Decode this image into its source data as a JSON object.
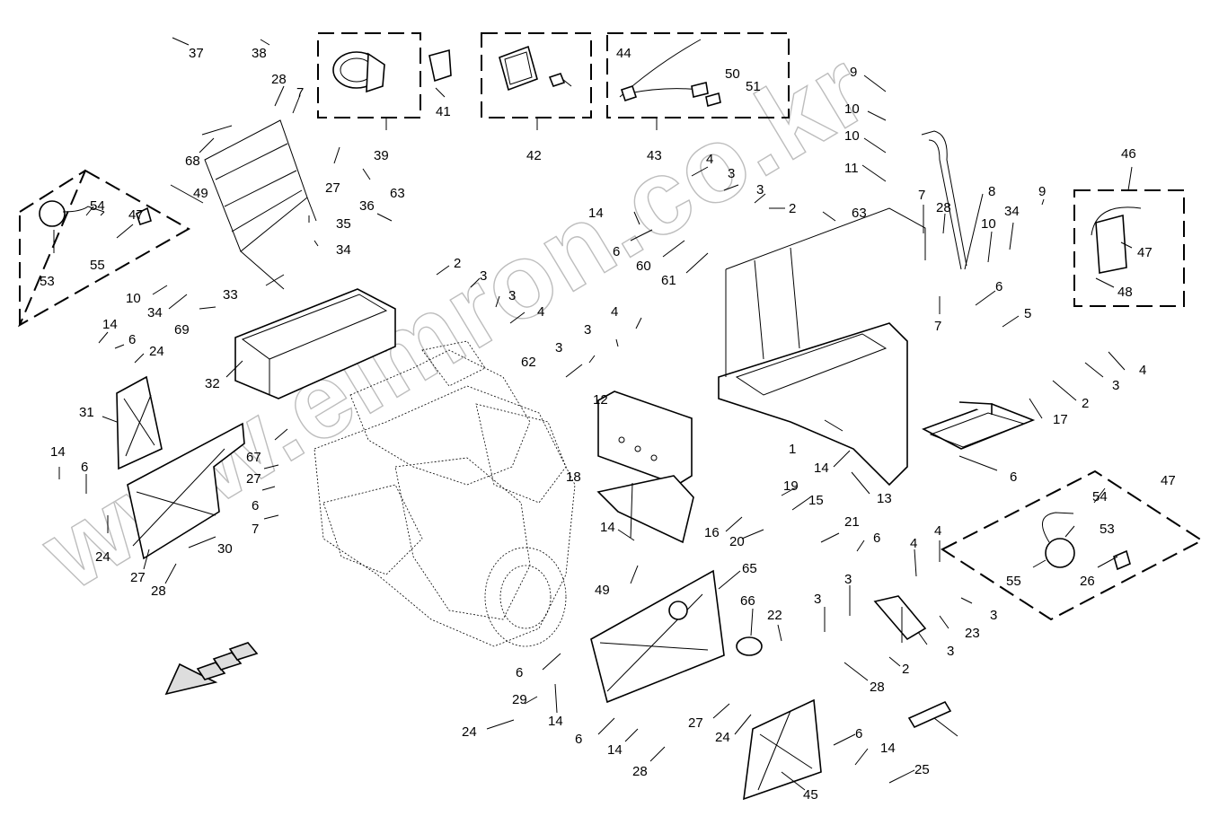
{
  "watermark": "www.elmron.co.kr",
  "callouts": [
    {
      "id": "n37a",
      "text": "37"
    },
    {
      "id": "n38",
      "text": "38"
    },
    {
      "id": "n28a",
      "text": "28"
    },
    {
      "id": "n7a",
      "text": "7"
    },
    {
      "id": "n41",
      "text": "41"
    },
    {
      "id": "n39",
      "text": "39"
    },
    {
      "id": "n42",
      "text": "42"
    },
    {
      "id": "n44",
      "text": "44"
    },
    {
      "id": "n50",
      "text": "50"
    },
    {
      "id": "n51",
      "text": "51"
    },
    {
      "id": "n43",
      "text": "43"
    },
    {
      "id": "n68",
      "text": "68"
    },
    {
      "id": "n27a",
      "text": "27"
    },
    {
      "id": "n63a",
      "text": "63"
    },
    {
      "id": "n49a",
      "text": "49"
    },
    {
      "id": "n54a",
      "text": "54"
    },
    {
      "id": "n47a",
      "text": "47"
    },
    {
      "id": "n53a",
      "text": "53"
    },
    {
      "id": "n55a",
      "text": "55"
    },
    {
      "id": "n36",
      "text": "36"
    },
    {
      "id": "n35",
      "text": "35"
    },
    {
      "id": "n34a",
      "text": "34"
    },
    {
      "id": "n10a",
      "text": "10"
    },
    {
      "id": "n34b",
      "text": "34"
    },
    {
      "id": "n69",
      "text": "69"
    },
    {
      "id": "n33",
      "text": "33"
    },
    {
      "id": "n2a",
      "text": "2"
    },
    {
      "id": "n3a",
      "text": "3"
    },
    {
      "id": "n3b",
      "text": "3"
    },
    {
      "id": "n4a",
      "text": "4"
    },
    {
      "id": "n14a",
      "text": "14"
    },
    {
      "id": "n6a",
      "text": "6"
    },
    {
      "id": "n24a",
      "text": "24"
    },
    {
      "id": "n32",
      "text": "32"
    },
    {
      "id": "n31",
      "text": "31"
    },
    {
      "id": "n67",
      "text": "67"
    },
    {
      "id": "n27b",
      "text": "27"
    },
    {
      "id": "n6b",
      "text": "6"
    },
    {
      "id": "n7b",
      "text": "7"
    },
    {
      "id": "n14b",
      "text": "14"
    },
    {
      "id": "n6c",
      "text": "6"
    },
    {
      "id": "n24b",
      "text": "24"
    },
    {
      "id": "n27c",
      "text": "27"
    },
    {
      "id": "n28b",
      "text": "28"
    },
    {
      "id": "n30",
      "text": "30"
    },
    {
      "id": "n9a",
      "text": "9"
    },
    {
      "id": "n10b",
      "text": "10"
    },
    {
      "id": "n10c",
      "text": "10"
    },
    {
      "id": "n11",
      "text": "11"
    },
    {
      "id": "n4b",
      "text": "4"
    },
    {
      "id": "n3c",
      "text": "3"
    },
    {
      "id": "n3d",
      "text": "3"
    },
    {
      "id": "n2b",
      "text": "2"
    },
    {
      "id": "n14c",
      "text": "14"
    },
    {
      "id": "n6d",
      "text": "6"
    },
    {
      "id": "n60",
      "text": "60"
    },
    {
      "id": "n61",
      "text": "61"
    },
    {
      "id": "n63b",
      "text": "63"
    },
    {
      "id": "n7c",
      "text": "7"
    },
    {
      "id": "n28c",
      "text": "28"
    },
    {
      "id": "n8",
      "text": "8"
    },
    {
      "id": "n10d",
      "text": "10"
    },
    {
      "id": "n34c",
      "text": "34"
    },
    {
      "id": "n9b",
      "text": "9"
    },
    {
      "id": "n46",
      "text": "46"
    },
    {
      "id": "n47b",
      "text": "47"
    },
    {
      "id": "n48",
      "text": "48"
    },
    {
      "id": "n6e",
      "text": "6"
    },
    {
      "id": "n7d",
      "text": "7"
    },
    {
      "id": "n5",
      "text": "5"
    },
    {
      "id": "n4c",
      "text": "4"
    },
    {
      "id": "n3e",
      "text": "3"
    },
    {
      "id": "n3f",
      "text": "3"
    },
    {
      "id": "n62",
      "text": "62"
    },
    {
      "id": "n12",
      "text": "12"
    },
    {
      "id": "n4d",
      "text": "4"
    },
    {
      "id": "n3g",
      "text": "3"
    },
    {
      "id": "n2c",
      "text": "2"
    },
    {
      "id": "n17",
      "text": "17"
    },
    {
      "id": "n1",
      "text": "1"
    },
    {
      "id": "n6f",
      "text": "6"
    },
    {
      "id": "n14d",
      "text": "14"
    },
    {
      "id": "n13",
      "text": "13"
    },
    {
      "id": "n18",
      "text": "18"
    },
    {
      "id": "n19",
      "text": "19"
    },
    {
      "id": "n15",
      "text": "15"
    },
    {
      "id": "n16",
      "text": "16"
    },
    {
      "id": "n20",
      "text": "20"
    },
    {
      "id": "n21",
      "text": "21"
    },
    {
      "id": "n6g",
      "text": "6"
    },
    {
      "id": "n14e",
      "text": "14"
    },
    {
      "id": "n49b",
      "text": "49"
    },
    {
      "id": "n47c",
      "text": "47"
    },
    {
      "id": "n54b",
      "text": "54"
    },
    {
      "id": "n53b",
      "text": "53"
    },
    {
      "id": "n55b",
      "text": "55"
    },
    {
      "id": "n26",
      "text": "26"
    },
    {
      "id": "n65",
      "text": "65"
    },
    {
      "id": "n66",
      "text": "66"
    },
    {
      "id": "n22",
      "text": "22"
    },
    {
      "id": "n3h",
      "text": "3"
    },
    {
      "id": "n3i",
      "text": "3"
    },
    {
      "id": "n4e",
      "text": "4"
    },
    {
      "id": "n4f",
      "text": "4"
    },
    {
      "id": "n3j",
      "text": "3"
    },
    {
      "id": "n23",
      "text": "23"
    },
    {
      "id": "n3k",
      "text": "3"
    },
    {
      "id": "n2d",
      "text": "2"
    },
    {
      "id": "n28d",
      "text": "28"
    },
    {
      "id": "n6h",
      "text": "6"
    },
    {
      "id": "n29",
      "text": "29"
    },
    {
      "id": "n14f",
      "text": "14"
    },
    {
      "id": "n24c",
      "text": "24"
    },
    {
      "id": "n6i",
      "text": "6"
    },
    {
      "id": "n14g",
      "text": "14"
    },
    {
      "id": "n28e",
      "text": "28"
    },
    {
      "id": "n27d",
      "text": "27"
    },
    {
      "id": "n24d",
      "text": "24"
    },
    {
      "id": "n6j",
      "text": "6"
    },
    {
      "id": "n14h",
      "text": "14"
    },
    {
      "id": "n25",
      "text": "25"
    },
    {
      "id": "n45",
      "text": "45"
    }
  ]
}
